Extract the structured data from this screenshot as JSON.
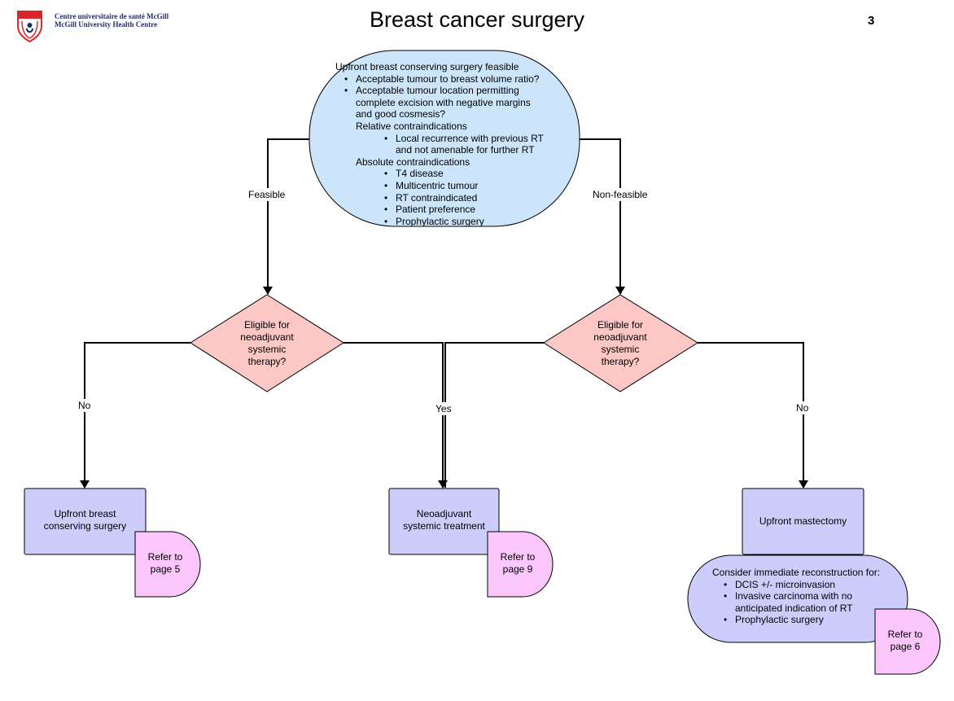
{
  "header": {
    "org_line1": "Centre universitaire de santé McGill",
    "org_line2": "McGill University Health Centre",
    "title": "Breast cancer surgery",
    "page_number": "3"
  },
  "top_box": {
    "heading": "Upfront breast conserving surgery feasible",
    "bullet1": "Acceptable tumour to breast volume ratio?",
    "bullet2_l1": "Acceptable tumour location permitting",
    "bullet2_l2": "complete excision with negative margins",
    "bullet2_l3": "and good cosmesis?",
    "relative_heading": "Relative contraindications",
    "relative_l1": "Local recurrence with previous RT",
    "relative_l2": "and not amenable for further RT",
    "absolute_heading": "Absolute contraindications",
    "absolute_items": [
      "T4 disease",
      "Multicentric tumour",
      "RT contraindicated",
      "Patient preference",
      "Prophylactic surgery"
    ]
  },
  "edges": {
    "feasible": "Feasible",
    "non_feasible": "Non-feasible",
    "no_left": "No",
    "yes": "Yes",
    "no_right": "No"
  },
  "decision_left": {
    "l1": "Eligible for",
    "l2": "neoadjuvant",
    "l3": "systemic",
    "l4": "therapy?"
  },
  "decision_right": {
    "l1": "Eligible for",
    "l2": "neoadjuvant",
    "l3": "systemic",
    "l4": "therapy?"
  },
  "box_bcs": {
    "l1": "Upfront breast",
    "l2": "conserving surgery"
  },
  "box_neo": {
    "l1": "Neoadjuvant",
    "l2": "systemic treatment"
  },
  "box_mastectomy": {
    "l1": "Upfront mastectomy"
  },
  "refer_bcs": {
    "l1": "Refer to",
    "l2": "page 5"
  },
  "refer_neo": {
    "l1": "Refer to",
    "l2": "page 9"
  },
  "refer_recon": {
    "l1": "Refer to",
    "l2": "page 6"
  },
  "reconstruction": {
    "heading": "Consider immediate reconstruction for:",
    "item1": "DCIS +/- microinvasion",
    "item2_l1": "Invasive carcinoma with no",
    "item2_l2": "anticipated indication of RT",
    "item3": "Prophylactic surgery"
  },
  "colors": {
    "top_fill": "#cce5fb",
    "diamond_fill": "#fcc7c4",
    "box_fill": "#cccdfb",
    "refer_fill": "#fbc6fb",
    "logo_red": "#d9262b"
  }
}
